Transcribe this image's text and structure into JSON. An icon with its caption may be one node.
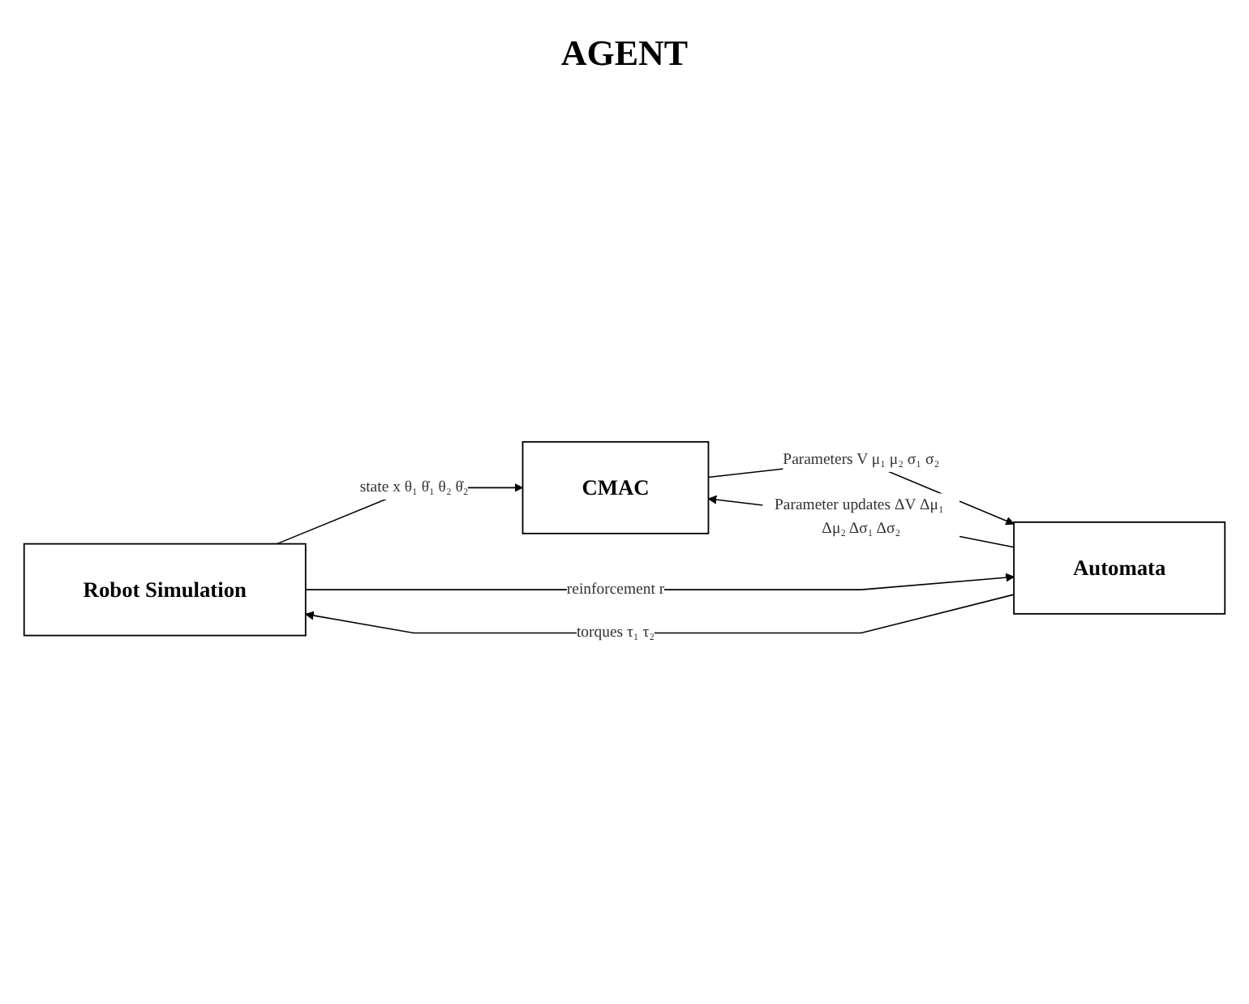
{
  "diagram": {
    "nodes": [
      {
        "text": [
          "Robot Simulation"
        ]
      },
      {
        "text": [
          "CMAC"
        ]
      },
      {
        "text": [
          "Automata"
        ]
      }
    ],
    "edges": [
      {
        "from": 0,
        "to": 1,
        "arrow": "to",
        "label": "state x θ₁ θ̇₁ θ₂ θ̇₂"
      },
      {
        "from": 1,
        "to": 2,
        "arrow": "to",
        "label": "Parameters V μ₁ μ₂ σ₁ σ₂"
      },
      {
        "from": 2,
        "to": 1,
        "arrow": "to",
        "label": "Parameter updates ΔV Δμ₁ Δμ₂ Δσ₁ Δσ₂"
      },
      {
        "from": 0,
        "to": 2,
        "arrow": "to",
        "label": "reinforcement r"
      },
      {
        "from": 2,
        "to": 0,
        "arrow": "to",
        "label": "torques τ₁ τ₂"
      }
    ],
    "labels": [
      "AGENT"
    ]
  }
}
